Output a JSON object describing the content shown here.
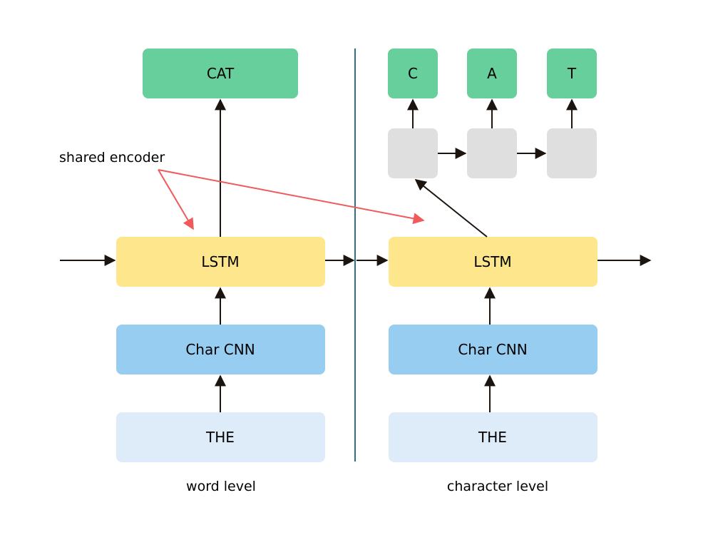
{
  "colors": {
    "output": "#66cf9b",
    "lstm": "#fde68b",
    "cnn": "#97cdf0",
    "input": "#deebf9",
    "hidden": "#dfdfdf",
    "arrow": "#1c140f",
    "annotation": "#f05a5a",
    "divider": "#2f6f86"
  },
  "word_level": {
    "output": "CAT",
    "lstm": "LSTM",
    "cnn": "Char CNN",
    "input": "THE",
    "caption": "word level"
  },
  "character_level": {
    "outputs": [
      "C",
      "A",
      "T"
    ],
    "lstm": "LSTM",
    "cnn": "Char CNN",
    "input": "THE",
    "caption": "character level"
  },
  "annotation": {
    "label": "shared encoder"
  }
}
